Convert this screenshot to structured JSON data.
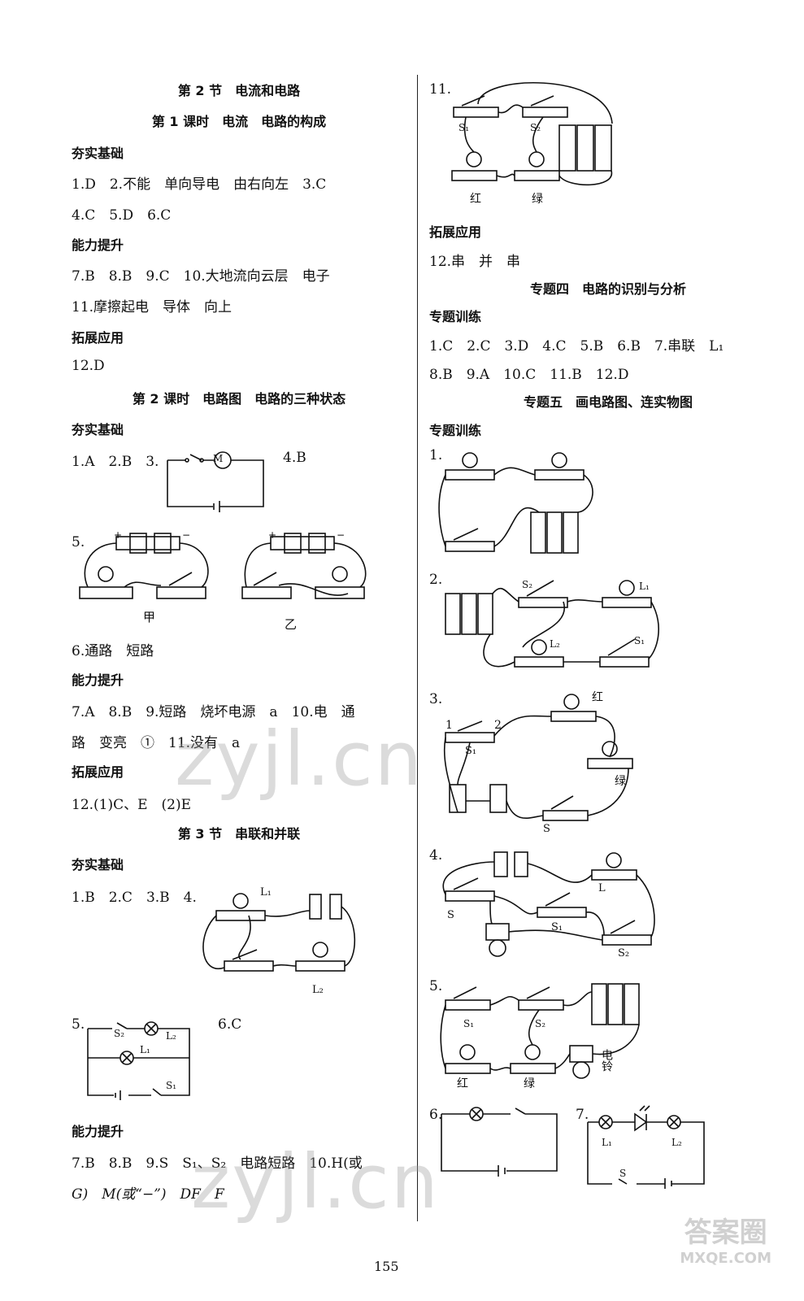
{
  "left": {
    "sec2_title": "第 2 节　电流和电路",
    "lesson1_title": "第 1 课时　电流　电路的构成",
    "l1_a_head": "夯实基础",
    "l1_a1": "1.D　2.不能　单向导电　由右向左　3.C",
    "l1_a2": "4.C　5.D　6.C",
    "l1_b_head": "能力提升",
    "l1_b1": "7.B　8.B　9.C　10.大地流向云层　电子",
    "l1_b2": "11.摩擦起电　导体　向上",
    "l1_c_head": "拓展应用",
    "l1_c1": "12.D",
    "lesson2_title": "第 2 课时　电路图　电路的三种状态",
    "l2_a_head": "夯实基础",
    "l2_a1": "1.A　2.B　3.",
    "l2_a1b": "4.B",
    "motor_label": "M",
    "l2_q5": "5.",
    "jia": "甲",
    "yi": "乙",
    "l2_a6": "6.通路　短路",
    "l2_b_head": "能力提升",
    "l2_b1": "7.A　8.B　9.短路　烧坏电源　a　10.电　通",
    "l2_b2": "路　变亮　①　11.没有　a",
    "l2_c_head": "拓展应用",
    "l2_c1": "12.(1)C、E　(2)E",
    "sec3_title": "第 3 节　串联和并联",
    "s3_a_head": "夯实基础",
    "s3_a1": "1.B　2.C　3.B　4.",
    "L1": "L₁",
    "L2": "L₂",
    "S1": "S₁",
    "S2": "S₂",
    "S": "S",
    "L": "L",
    "s3_q5": "5.",
    "s3_q6": "6.C",
    "s3_b_head": "能力提升",
    "s3_b1": "7.B　8.B　9.S　S₁、S₂　电路短路　10.H(或",
    "s3_b2": "G)　M(或“−”)　DF　F"
  },
  "right": {
    "q11": "11.",
    "hong": "红",
    "lv": "绿",
    "ext_head": "拓展应用",
    "q12": "12.串　并　串",
    "topic4_title": "专题四　电路的识别与分析",
    "t4_head": "专题训练",
    "t4_1": "1.C　2.C　3.D　4.C　5.B　6.B　7.串联　L₁",
    "t4_2": "8.B　9.A　10.C　11.B　12.D",
    "topic5_title": "专题五　画电路图、连实物图",
    "t5_head": "专题训练",
    "q1": "1.",
    "q2": "2.",
    "q3": "3.",
    "q4": "4.",
    "q5": "5.",
    "q6": "6.",
    "q7": "7.",
    "n1": "1",
    "n2": "2",
    "bell": "电铃"
  },
  "page_number": "155",
  "watermark": "zyjl.cn",
  "corner_logo_top": "答案圈",
  "corner_logo_bottom": "MXQE.COM"
}
